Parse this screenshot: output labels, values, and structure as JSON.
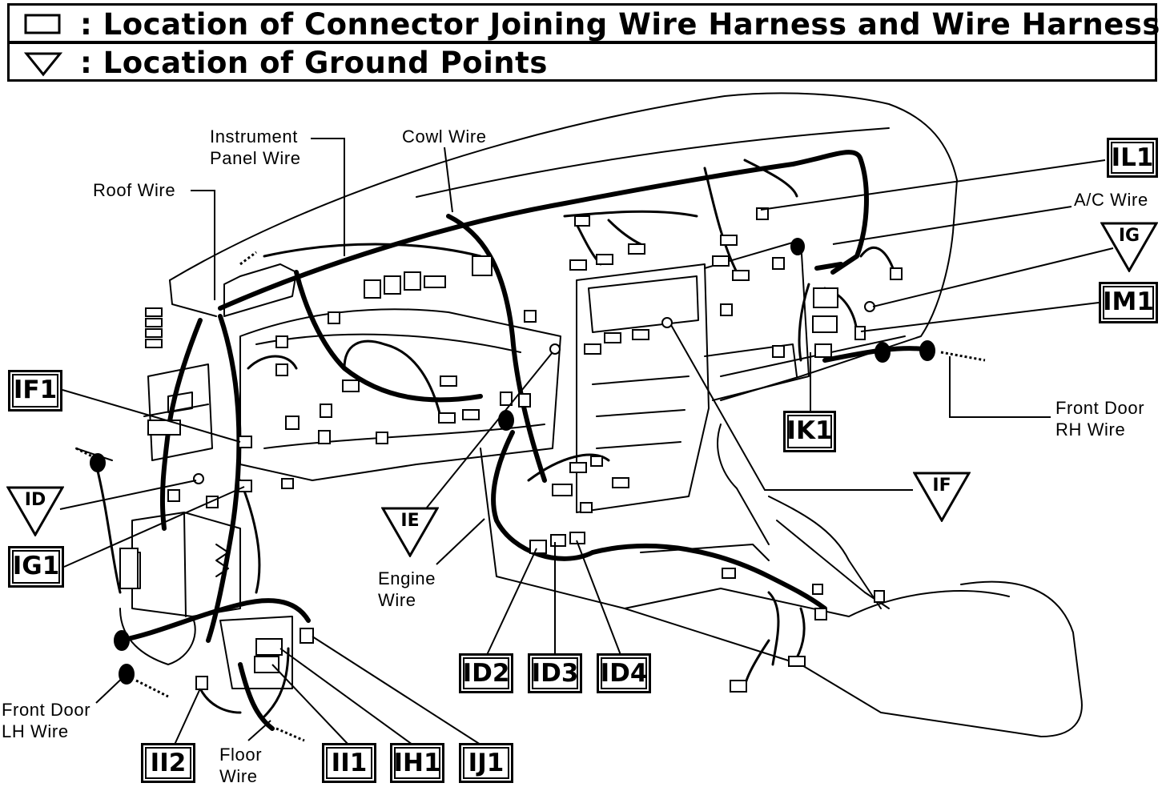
{
  "legend": {
    "connector_text": ": Location of Connector Joining Wire Harness and Wire Harness",
    "ground_text": ": Location of Ground Points"
  },
  "wire_labels": {
    "instrument_panel_1": "Instrument",
    "instrument_panel_2": "Panel Wire",
    "cowl": "Cowl Wire",
    "roof": "Roof Wire",
    "ac": "A/C Wire",
    "front_door_rh_1": "Front Door",
    "front_door_rh_2": "RH Wire",
    "engine_1": "Engine",
    "engine_2": "Wire",
    "front_door_lh_1": "Front Door",
    "front_door_lh_2": "LH Wire",
    "floor_1": "Floor",
    "floor_2": "Wire"
  },
  "connectors": {
    "IL1": "IL1",
    "IM1": "IM1",
    "IK1": "IK1",
    "IF1": "IF1",
    "IG1": "IG1",
    "ID2": "ID2",
    "ID3": "ID3",
    "ID4": "ID4",
    "II2": "II2",
    "II1": "II1",
    "IH1": "IH1",
    "IJ1": "IJ1"
  },
  "grounds": {
    "IG": "IG",
    "ID": "ID",
    "IE": "IE",
    "IF": "IF"
  }
}
